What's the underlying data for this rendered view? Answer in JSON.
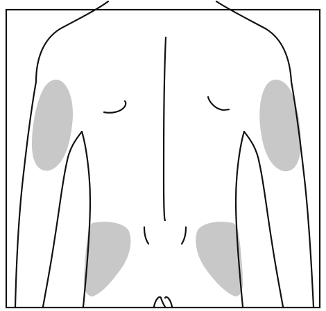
{
  "figure": {
    "background": "#ffffff",
    "line_color": "#111111",
    "zone_color": "#c8c8c8",
    "zones": [
      {
        "name": "left-upper-arm"
      },
      {
        "name": "right-upper-arm"
      },
      {
        "name": "left-buttock"
      },
      {
        "name": "right-buttock"
      }
    ]
  }
}
